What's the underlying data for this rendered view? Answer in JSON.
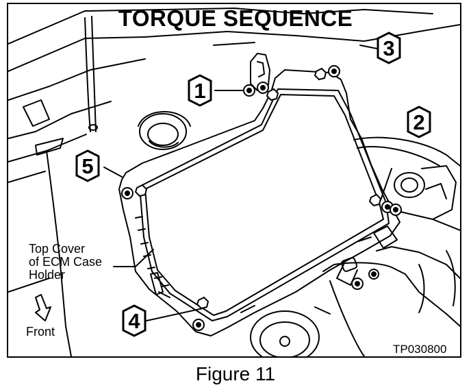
{
  "title": "TORQUE SEQUENCE",
  "callout": "Top Cover\nof ECM Case\nHolder",
  "front_label": "Front",
  "figure_code": "TP030800",
  "caption": "Figure 11",
  "sequence_markers": [
    "1",
    "2",
    "3",
    "4",
    "5"
  ],
  "icons": {
    "hex_marker": "hexagon-icon",
    "direction_arrow": "down-arrow-icon"
  }
}
